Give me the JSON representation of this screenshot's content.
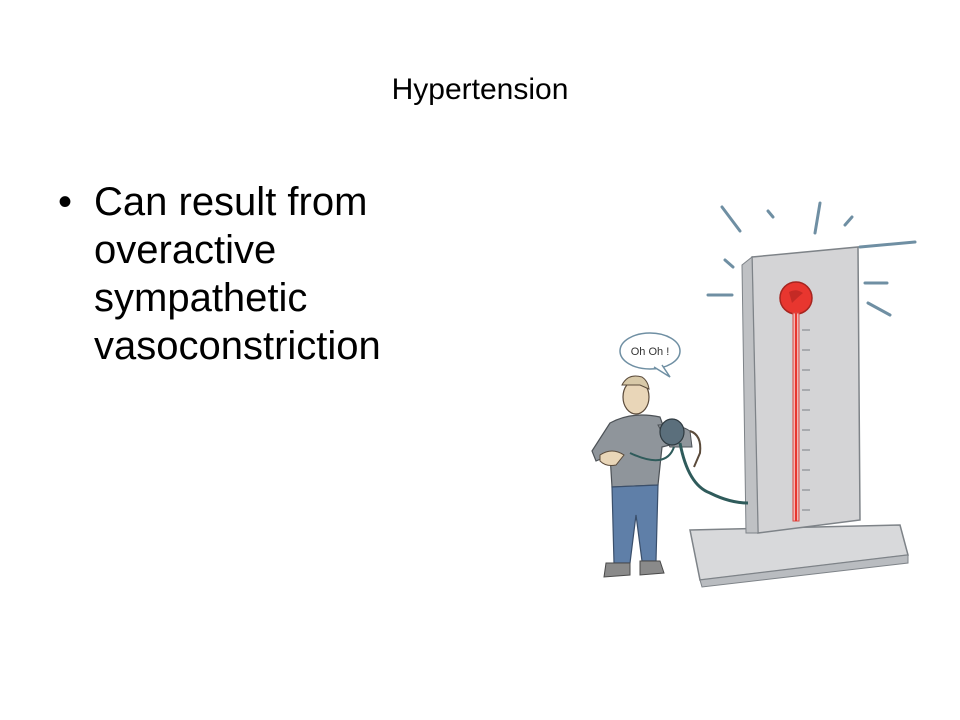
{
  "slide": {
    "title": "Hypertension",
    "bullets": [
      {
        "text": "Can result from overactive sympathetic vasoconstriction"
      }
    ],
    "illustration": {
      "speech_bubble": "Oh Oh !",
      "colors": {
        "gauge_panel": "#d4d4d6",
        "mercury": "#e8362f",
        "shirt": "#8f959b",
        "pants": "#5f7fa8",
        "cuff_hose": "#2f5b5b",
        "alarm_lines": "#6f8fa3"
      }
    }
  }
}
